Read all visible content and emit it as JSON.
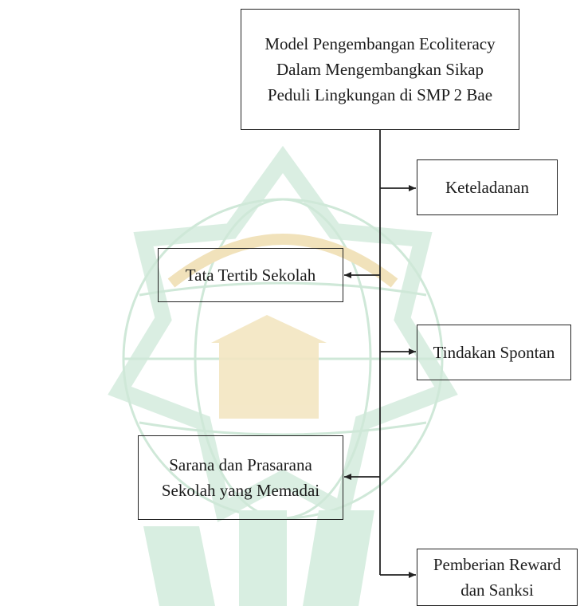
{
  "diagram": {
    "root": {
      "label": "Model Pengembangan Ecoliteracy\nDalam Mengembangkan Sikap\nPeduli Lingkungan di SMP 2 Bae"
    },
    "branches": [
      {
        "label": "Keteladanan",
        "side": "right"
      },
      {
        "label": "Tata Tertib Sekolah",
        "side": "left"
      },
      {
        "label": "Tindakan Spontan",
        "side": "right"
      },
      {
        "label": "Sarana dan Prasarana\nSekolah yang Memadai",
        "side": "left"
      },
      {
        "label": "Pemberian Reward\ndan Sanksi",
        "side": "right"
      }
    ],
    "colors": {
      "line": "#222222",
      "watermark_green": "#cfe8d8",
      "watermark_yellow": "#f3e6c2"
    }
  }
}
